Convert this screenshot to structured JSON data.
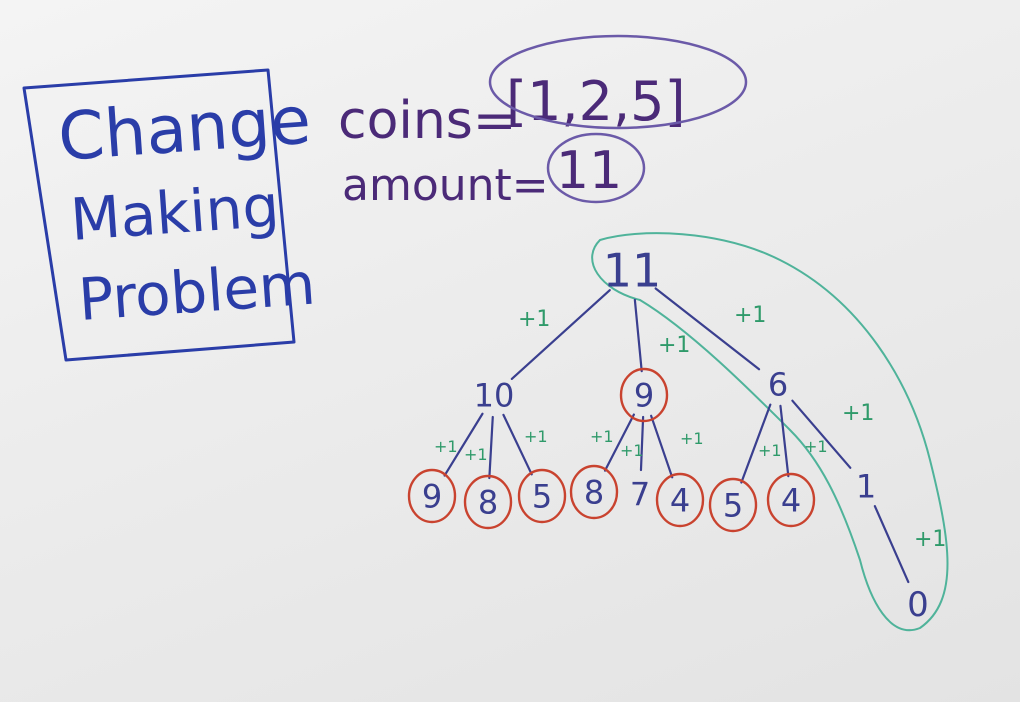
{
  "title_box": {
    "lines": [
      "Change",
      "Making",
      "Problem"
    ],
    "ink_color": "#2a3da8"
  },
  "problem": {
    "coins_label": "coins=",
    "coins_value": "[1,2,5]",
    "amount_label": "amount=",
    "amount_value": "11",
    "ink_color": "#4b2a78"
  },
  "colors": {
    "tree_ink": "#3a3f8f",
    "edge_label": "#2f9a6a",
    "circle_red": "#c9432f",
    "path_green": "#4fb39a"
  },
  "tree": {
    "nodes": [
      {
        "id": "n11",
        "label": "11",
        "circled": "none"
      },
      {
        "id": "n10",
        "label": "10",
        "circled": "none"
      },
      {
        "id": "n9",
        "label": "9",
        "circled": "red"
      },
      {
        "id": "n6",
        "label": "6",
        "circled": "none"
      },
      {
        "id": "n10a",
        "label": "9",
        "circled": "red"
      },
      {
        "id": "n10b",
        "label": "8",
        "circled": "red"
      },
      {
        "id": "n10c",
        "label": "5",
        "circled": "red"
      },
      {
        "id": "n9a",
        "label": "8",
        "circled": "red"
      },
      {
        "id": "n9b",
        "label": "7",
        "circled": "none"
      },
      {
        "id": "n9c",
        "label": "4",
        "circled": "red"
      },
      {
        "id": "n6a",
        "label": "5",
        "circled": "red"
      },
      {
        "id": "n6b",
        "label": "4",
        "circled": "red"
      },
      {
        "id": "n6c",
        "label": "1",
        "circled": "none"
      },
      {
        "id": "n0",
        "label": "0",
        "circled": "none"
      }
    ],
    "edges": [
      {
        "from": "n11",
        "to": "n10",
        "label": "+1"
      },
      {
        "from": "n11",
        "to": "n9",
        "label": "+1"
      },
      {
        "from": "n11",
        "to": "n6",
        "label": "+1"
      },
      {
        "from": "n10",
        "to": "n10a",
        "label": "+1"
      },
      {
        "from": "n10",
        "to": "n10b",
        "label": "+1"
      },
      {
        "from": "n10",
        "to": "n10c",
        "label": "+1"
      },
      {
        "from": "n9",
        "to": "n9a",
        "label": "+1"
      },
      {
        "from": "n9",
        "to": "n9b",
        "label": "+1"
      },
      {
        "from": "n9",
        "to": "n9c",
        "label": "+1"
      },
      {
        "from": "n6",
        "to": "n6a",
        "label": "+1"
      },
      {
        "from": "n6",
        "to": "n6b",
        "label": "+1"
      },
      {
        "from": "n6",
        "to": "n6c",
        "label": "+1"
      },
      {
        "from": "n6c",
        "to": "n0",
        "label": "+1"
      }
    ],
    "highlighted_path": [
      "n11",
      "n6",
      "n6c",
      "n0"
    ]
  }
}
